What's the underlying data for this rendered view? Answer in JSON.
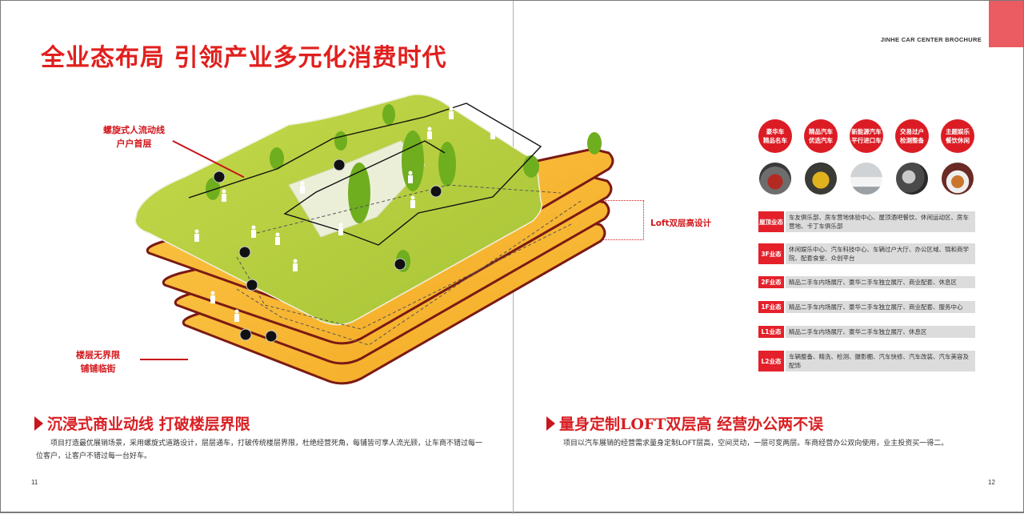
{
  "left_page": {
    "title": "全业态布局  引领产业多元化消费时代",
    "callouts": {
      "spiral_line1": "螺旋式人流动线",
      "spiral_line2": "户户首层",
      "floor_line1": "楼层无界限",
      "floor_line2": "铺铺临街",
      "loft": "Loft双层高设计"
    },
    "section": {
      "title": "沉浸式商业动线  打破楼层界限",
      "body": "项目打造最优展销场景，采用螺旋式道路设计，层层通车，打破传统楼层界限，杜绝经营死角，每铺皆可享人流光顾，让车商不错过每一位客户，让客户不错过每一台好车。"
    },
    "page_number": "11"
  },
  "right_page": {
    "brochure_label": "JINHE CAR CENTER BROCHURE",
    "accent_color": "#ea5b62",
    "categories": [
      {
        "line1": "豪华车",
        "line2": "精品名车",
        "photo": "luxury-suv-photo"
      },
      {
        "line1": "精品汽车",
        "line2": "优选汽车",
        "photo": "yellow-car-photo"
      },
      {
        "line1": "新能源汽车",
        "line2": "平行进口车",
        "photo": "white-car-photo"
      },
      {
        "line1": "交易过户",
        "line2": "检测整备",
        "photo": "car-engine-photo"
      },
      {
        "line1": "主题娱乐",
        "line2": "餐饮休闲",
        "photo": "food-dish-photo"
      }
    ],
    "floors": [
      {
        "tag": "屋顶业态",
        "desc": "车友俱乐部、房车营地体验中心、屋顶酒吧餐饮、休闲运动区、房车营地、卡丁车俱乐部"
      },
      {
        "tag": "3F业态",
        "desc": "休闲娱乐中心、汽车科技中心、车辆过户大厅、办公区域、锦和商学院、配套食堂、众创平台"
      },
      {
        "tag": "2F业态",
        "desc": "精品二手车内场展厅、豪华二手车独立展厅、商业配套、休息区"
      },
      {
        "tag": "1F业态",
        "desc": "精品二手车内场展厅、豪华二手车独立展厅、商业配套、服务中心"
      },
      {
        "tag": "L1业态",
        "desc": "精品二手车内场展厅、豪华二手车独立展厅、休息区"
      },
      {
        "tag": "L2业态",
        "desc": "车辆整备、精洗、检测、摄影棚、汽车快修、汽车改装、汽车美容及配饰"
      }
    ],
    "section": {
      "title": "量身定制LOFT双层高  经营办公两不误",
      "body": "项目以汽车展销的经营需求量身定制LOFT层高，空间灵动，一层可变两层。车商经营办公双向使用，业主投资买一得二。"
    },
    "page_number": "12"
  },
  "colors": {
    "brand_red": "#e0201e",
    "tag_red": "#e4202a",
    "roof_green": "#b5cf3a",
    "floor_orange": "#f7b52c",
    "floor_edge": "#7a1a14",
    "desc_gray": "#dcdcdc"
  }
}
